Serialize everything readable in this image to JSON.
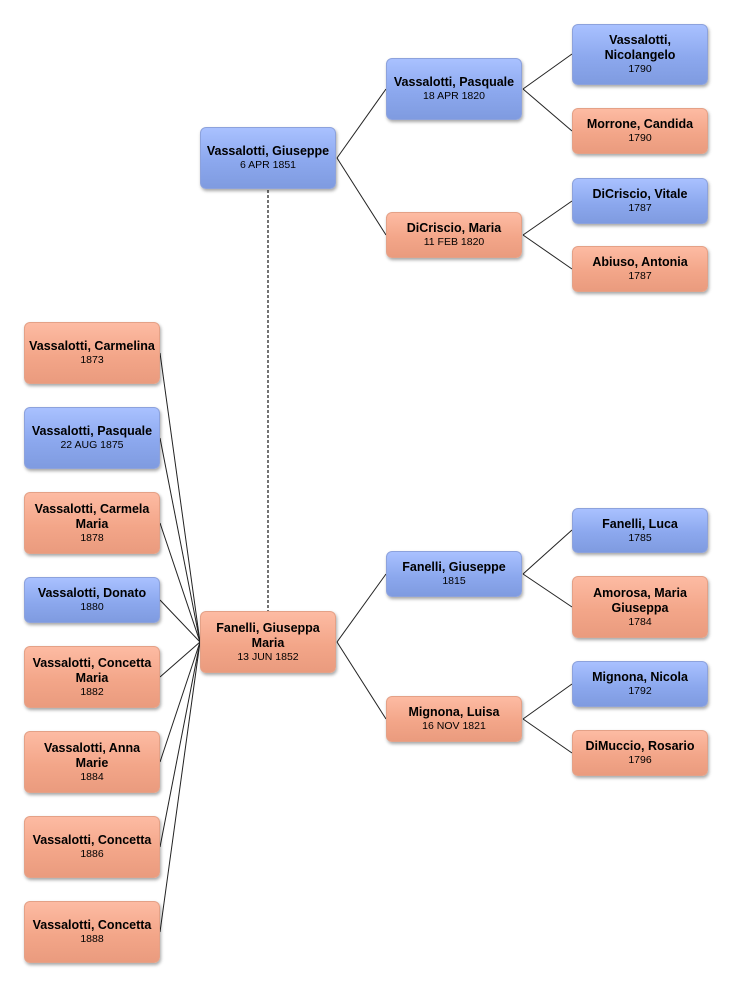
{
  "colors": {
    "male": "#8ca8ee",
    "female": "#f3a689",
    "line": "#333333"
  },
  "persons": {
    "giuseppe": {
      "name": "Vassalotti, Giuseppe",
      "date": "6 APR 1851",
      "sex": "male"
    },
    "giuseppa": {
      "name": "Fanelli, Giuseppa Maria",
      "date": "13 JUN 1852",
      "sex": "female"
    },
    "pasquale_sr": {
      "name": "Vassalotti, Pasquale",
      "date": "18 APR 1820",
      "sex": "male"
    },
    "maria_d": {
      "name": "DiCriscio, Maria",
      "date": "11 FEB 1820",
      "sex": "female"
    },
    "nicolangelo": {
      "name": "Vassalotti, Nicolangelo",
      "date": "1790",
      "sex": "male"
    },
    "candida": {
      "name": "Morrone, Candida",
      "date": "1790",
      "sex": "female"
    },
    "vitale": {
      "name": "DiCriscio, Vitale",
      "date": "1787",
      "sex": "male"
    },
    "antonia": {
      "name": "Abiuso, Antonia",
      "date": "1787",
      "sex": "female"
    },
    "giuseppe_f": {
      "name": "Fanelli, Giuseppe",
      "date": "1815",
      "sex": "male"
    },
    "luisa": {
      "name": "Mignona, Luisa",
      "date": "16 NOV 1821",
      "sex": "female"
    },
    "luca": {
      "name": "Fanelli, Luca",
      "date": "1785",
      "sex": "male"
    },
    "maria_g": {
      "name": "Amorosa, Maria Giuseppa",
      "date": "1784",
      "sex": "female"
    },
    "nicola": {
      "name": "Mignona, Nicola",
      "date": "1792",
      "sex": "male"
    },
    "rosario": {
      "name": "DiMuccio, Rosario",
      "date": "1796",
      "sex": "female"
    },
    "carmelina": {
      "name": "Vassalotti, Carmelina",
      "date": "1873",
      "sex": "female"
    },
    "pasquale_jr": {
      "name": "Vassalotti, Pasquale",
      "date": "22 AUG 1875",
      "sex": "male"
    },
    "carmela": {
      "name": "Vassalotti, Carmela Maria",
      "date": "1878",
      "sex": "female"
    },
    "donato": {
      "name": "Vassalotti, Donato",
      "date": "1880",
      "sex": "male"
    },
    "concetta_m": {
      "name": "Vassalotti, Concetta Maria",
      "date": "1882",
      "sex": "female"
    },
    "anna": {
      "name": "Vassalotti, Anna Marie",
      "date": "1884",
      "sex": "female"
    },
    "concetta_1886": {
      "name": "Vassalotti, Concetta",
      "date": "1886",
      "sex": "female"
    },
    "concetta_1888": {
      "name": "Vassalotti, Concetta",
      "date": "1888",
      "sex": "female"
    }
  },
  "relations": {
    "spouses": [
      [
        "giuseppe",
        "giuseppa"
      ]
    ],
    "parents": [
      {
        "child": "giuseppe",
        "father": "pasquale_sr",
        "mother": "maria_d"
      },
      {
        "child": "pasquale_sr",
        "father": "nicolangelo",
        "mother": "candida"
      },
      {
        "child": "maria_d",
        "father": "vitale",
        "mother": "antonia"
      },
      {
        "child": "giuseppa",
        "father": "giuseppe_f",
        "mother": "luisa"
      },
      {
        "child": "giuseppe_f",
        "father": "luca",
        "mother": "maria_g"
      },
      {
        "child": "luisa",
        "father": "nicola",
        "mother": "rosario"
      }
    ],
    "children_of_giuseppa": [
      "carmelina",
      "pasquale_jr",
      "carmela",
      "donato",
      "concetta_m",
      "anna",
      "concetta_1886",
      "concetta_1888"
    ]
  }
}
